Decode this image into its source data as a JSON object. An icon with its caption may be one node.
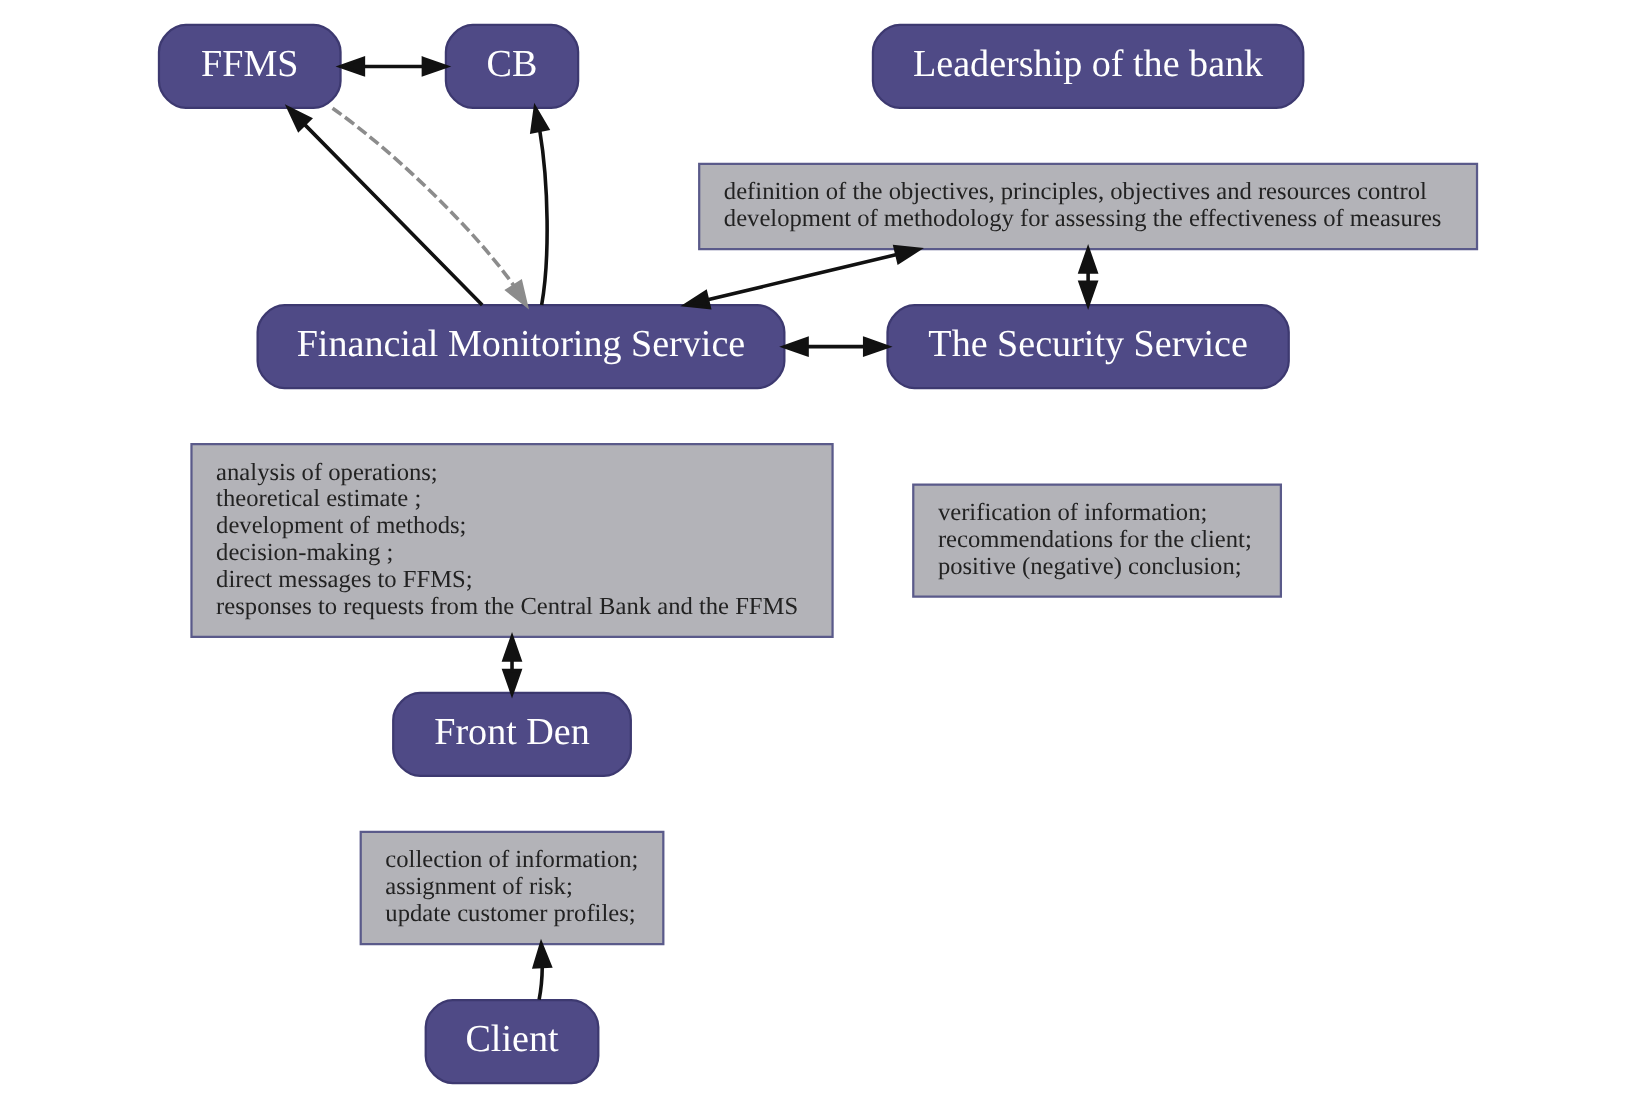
{
  "diagram": {
    "nodes": [
      {
        "text": [
          "FFMS"
        ]
      },
      {
        "text": [
          "CB"
        ]
      },
      {
        "text": [
          "Leadership of the bank"
        ]
      },
      {
        "text": [
          "definition of the objectives, principles, objectives and resources control",
          "development of methodology for assessing the effectiveness of measures"
        ]
      },
      {
        "text": [
          "Financial Monitoring Service"
        ]
      },
      {
        "text": [
          "The Security Service"
        ]
      },
      {
        "text": [
          "analysis of operations;",
          "theoretical estimate ;",
          "development of methods;",
          "decision-making ;",
          "direct messages to FFMS;",
          "responses to requests from the Central Bank and the FFMS"
        ]
      },
      {
        "text": [
          "verification of information;",
          "recommendations for the client;",
          "positive (negative) conclusion;"
        ]
      },
      {
        "text": [
          "Front Den"
        ]
      },
      {
        "text": [
          "collection of information;",
          "assignment of risk;",
          "update customer profiles;"
        ]
      },
      {
        "text": [
          "Client"
        ]
      }
    ],
    "edges": [
      {
        "from": 0,
        "to": 1,
        "arrow": "both"
      },
      {
        "from": 3,
        "to": 4,
        "arrow": "both"
      },
      {
        "from": 3,
        "to": 5,
        "arrow": "both"
      },
      {
        "from": 4,
        "to": 5,
        "arrow": "both"
      },
      {
        "from": 4,
        "to": 0,
        "arrow": "to"
      },
      {
        "from": 4,
        "to": 1,
        "arrow": "to"
      },
      {
        "from": 0,
        "to": 4,
        "arrow": "to",
        "style": "dashed",
        "color": "#8c8c8c"
      },
      {
        "from": 6,
        "to": 8,
        "arrow": "both"
      },
      {
        "from": 10,
        "to": 9,
        "arrow": "to"
      }
    ]
  }
}
